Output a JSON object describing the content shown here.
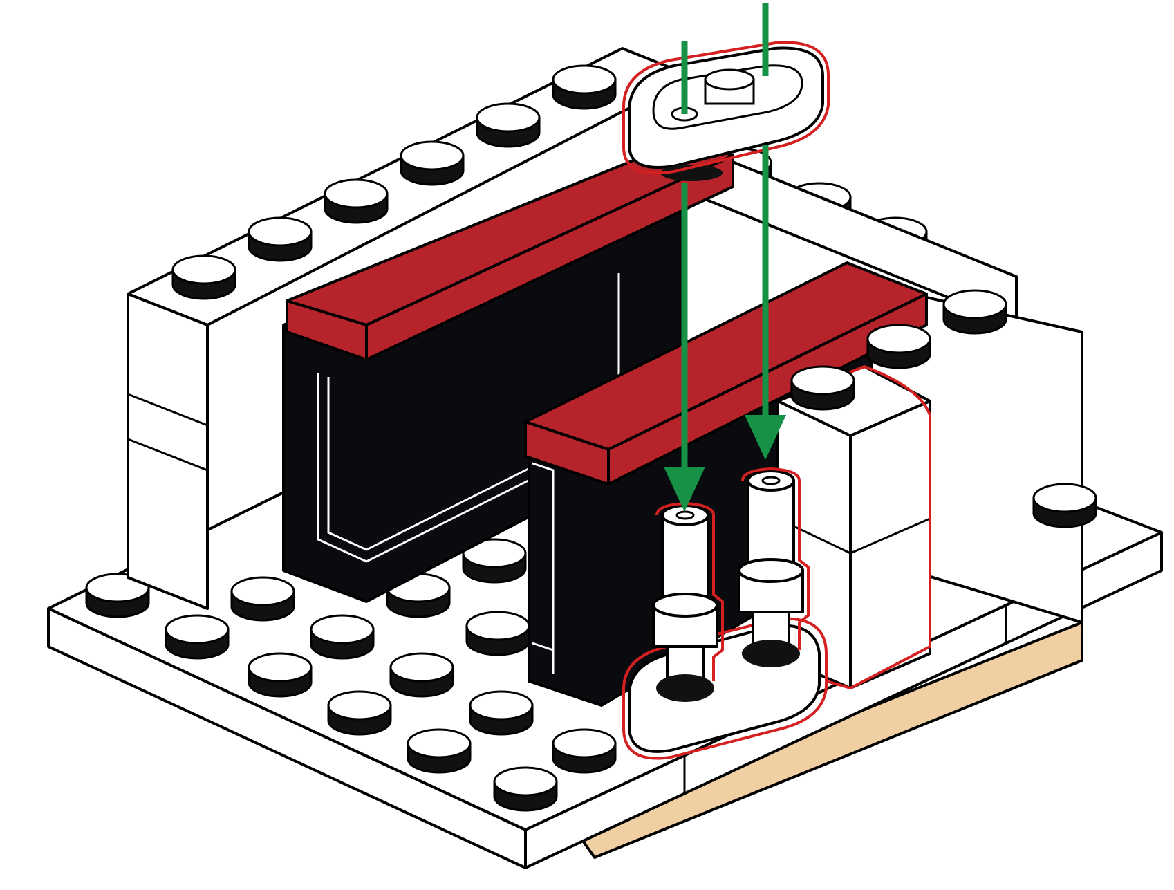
{
  "diagram": {
    "kind": "brick-assembly-instruction-step",
    "colors": {
      "background": "#ffffff",
      "brick_white": "#ffffff",
      "outline": "#000000",
      "highlight_outline": "#d42020",
      "tile_red": "#b7232a",
      "bracket_black": "#0a0b0f",
      "base_tan": "#f0cfa2",
      "arrow_green": "#179146"
    },
    "parts": [
      {
        "name": "base-plate",
        "color": "white"
      },
      {
        "name": "underside-tan-plate",
        "color": "tan"
      },
      {
        "name": "left-stacked-bricks",
        "color": "white"
      },
      {
        "name": "right-stacked-bricks",
        "color": "white"
      },
      {
        "name": "black-bracket-rear",
        "color": "black"
      },
      {
        "name": "black-bracket-front",
        "color": "black"
      },
      {
        "name": "red-tile-rear",
        "color": "red"
      },
      {
        "name": "red-tile-front",
        "color": "red"
      },
      {
        "name": "axle-pin-left",
        "color": "white",
        "highlighted": true
      },
      {
        "name": "axle-pin-right",
        "color": "white",
        "highlighted": true
      },
      {
        "name": "oval-plate-bottom",
        "color": "white",
        "highlighted": true
      },
      {
        "name": "oval-plate-top",
        "color": "white",
        "highlighted": true
      }
    ],
    "arrows": [
      {
        "name": "arrow-left",
        "direction": "down",
        "color": "green"
      },
      {
        "name": "arrow-right",
        "direction": "down",
        "color": "green"
      }
    ]
  }
}
